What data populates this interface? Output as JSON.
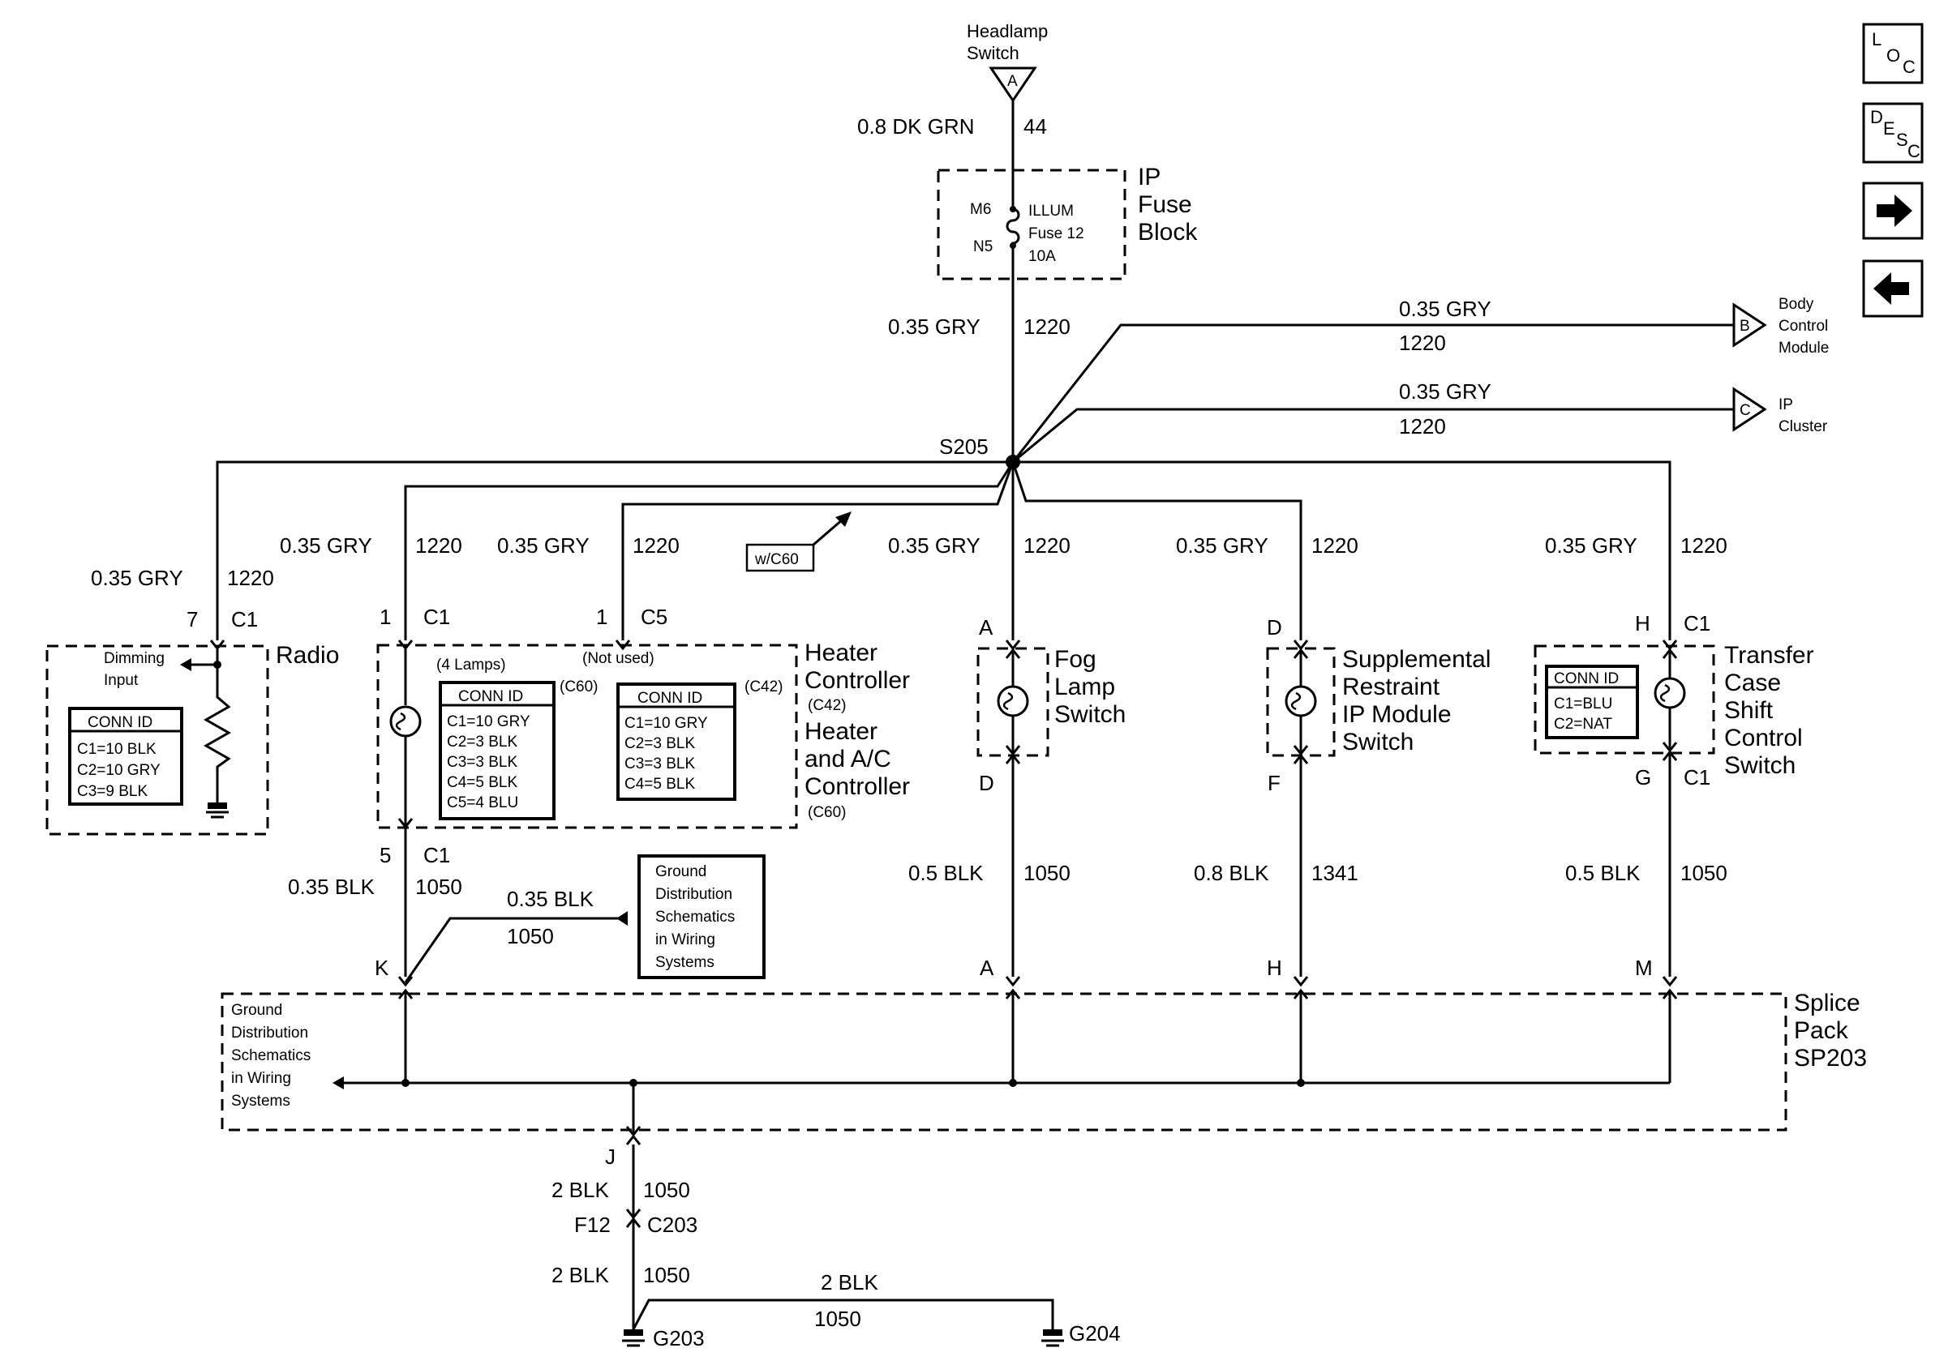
{
  "source": {
    "name": "Headlamp Switch",
    "pin": "A"
  },
  "feed": {
    "size_color": "0.8 DK GRN",
    "circuit": "44"
  },
  "fuse_block": {
    "title": "IP Fuse Block",
    "title_lines": [
      "IP",
      "Fuse",
      "Block"
    ],
    "pin_in": "M6",
    "pin_out": "N5",
    "fuse_lines": [
      "ILLUM",
      "Fuse 12",
      "10A"
    ]
  },
  "main_wire": {
    "size_color": "0.35 GRY",
    "circuit": "1220"
  },
  "splice": {
    "name": "S205"
  },
  "body_control": {
    "size_color": "0.35 GRY",
    "circuit": "1220",
    "pin": "B",
    "name_lines": [
      "Body",
      "Control",
      "Module"
    ]
  },
  "ip_cluster": {
    "size_color": "0.35 GRY",
    "circuit": "1220",
    "pin": "C",
    "name_lines": [
      "IP",
      "Cluster"
    ]
  },
  "radio": {
    "name": "Radio",
    "wire_size_color": "0.35 GRY",
    "wire_circuit": "1220",
    "pin": "7",
    "connector": "C1",
    "dimming_lines": [
      "Dimming",
      "Input"
    ],
    "conn_title": "CONN ID",
    "conn_rows": [
      "C1=10 BLK",
      "C2=10 GRY",
      "C3=9 BLK"
    ]
  },
  "heater": {
    "wire1_size_color": "0.35 GRY",
    "wire1_circuit": "1220",
    "pin1": "1",
    "conn1": "C1",
    "wire2_size_color": "0.35 GRY",
    "wire2_circuit": "1220",
    "pin2": "1",
    "conn2": "C5",
    "option_tag": "w/C60",
    "lamps_note": "(4 Lamps)",
    "not_used_note": "(Not used)",
    "conn_a_tag": "(C60)",
    "conn_a_title": "CONN ID",
    "conn_a_rows": [
      "C1=10 GRY",
      "C2=3 BLK",
      "C3=3 BLK",
      "C4=5 BLK",
      "C5=4 BLU"
    ],
    "conn_b_tag": "(C42)",
    "conn_b_title": "CONN ID",
    "conn_b_rows": [
      "C1=10 GRY",
      "C2=3 BLK",
      "C3=3 BLK",
      "C4=5 BLK"
    ],
    "name_lines": [
      "Heater",
      "Controller"
    ],
    "name_tag1": "(C42)",
    "name2_lines": [
      "Heater",
      "and A/C",
      "Controller"
    ],
    "name_tag2": "(C60)",
    "out_pin": "5",
    "out_conn": "C1",
    "out_size_color": "0.35 BLK",
    "out_circuit": "1050"
  },
  "ground_ref": {
    "size_color": "0.35 BLK",
    "circuit": "1050",
    "box_lines": [
      "Ground",
      "Distribution",
      "Schematics",
      "in Wiring",
      "Systems"
    ]
  },
  "fog": {
    "wire_size_color": "0.35 GRY",
    "wire_circuit": "1220",
    "pin_in": "A",
    "pin_out": "D",
    "name_lines": [
      "Fog",
      "Lamp",
      "Switch"
    ],
    "out_size_color": "0.5 BLK",
    "out_circuit": "1050"
  },
  "srs": {
    "wire_size_color": "0.35 GRY",
    "wire_circuit": "1220",
    "pin_in": "D",
    "pin_out": "F",
    "name_lines": [
      "Supplemental",
      "Restraint",
      "IP Module",
      "Switch"
    ],
    "out_size_color": "0.8 BLK",
    "out_circuit": "1341"
  },
  "transfer": {
    "wire_size_color": "0.35 GRY",
    "wire_circuit": "1220",
    "pin_in": "H",
    "conn_in": "C1",
    "pin_out": "G",
    "conn_out": "C1",
    "conn_title": "CONN ID",
    "conn_rows": [
      "C1=BLU",
      "C2=NAT"
    ],
    "name_lines": [
      "Transfer",
      "Case",
      "Shift",
      "Control",
      "Switch"
    ],
    "out_size_color": "0.5 BLK",
    "out_circuit": "1050"
  },
  "splice_pack": {
    "name_lines": [
      "Splice",
      "Pack",
      "SP203"
    ],
    "pins": [
      "K",
      "A",
      "H",
      "M"
    ],
    "ground_ref_lines": [
      "Ground",
      "Distribution",
      "Schematics",
      "in Wiring",
      "Systems"
    ],
    "out_pin": "J"
  },
  "ground_run": {
    "size_color": "2 BLK",
    "circuit": "1050",
    "inline_pin": "F12",
    "inline_conn": "C203",
    "size_color2": "2 BLK",
    "circuit2": "1050",
    "g204_size_color": "2 BLK",
    "g204_circuit": "1050",
    "g203": "G203",
    "g204": "G204"
  },
  "nav": {
    "loc": [
      "L",
      "O",
      "C"
    ],
    "desc": [
      "D",
      "E",
      "S",
      "C"
    ],
    "next_icon": "arrow-right-icon",
    "prev_icon": "arrow-left-icon"
  }
}
